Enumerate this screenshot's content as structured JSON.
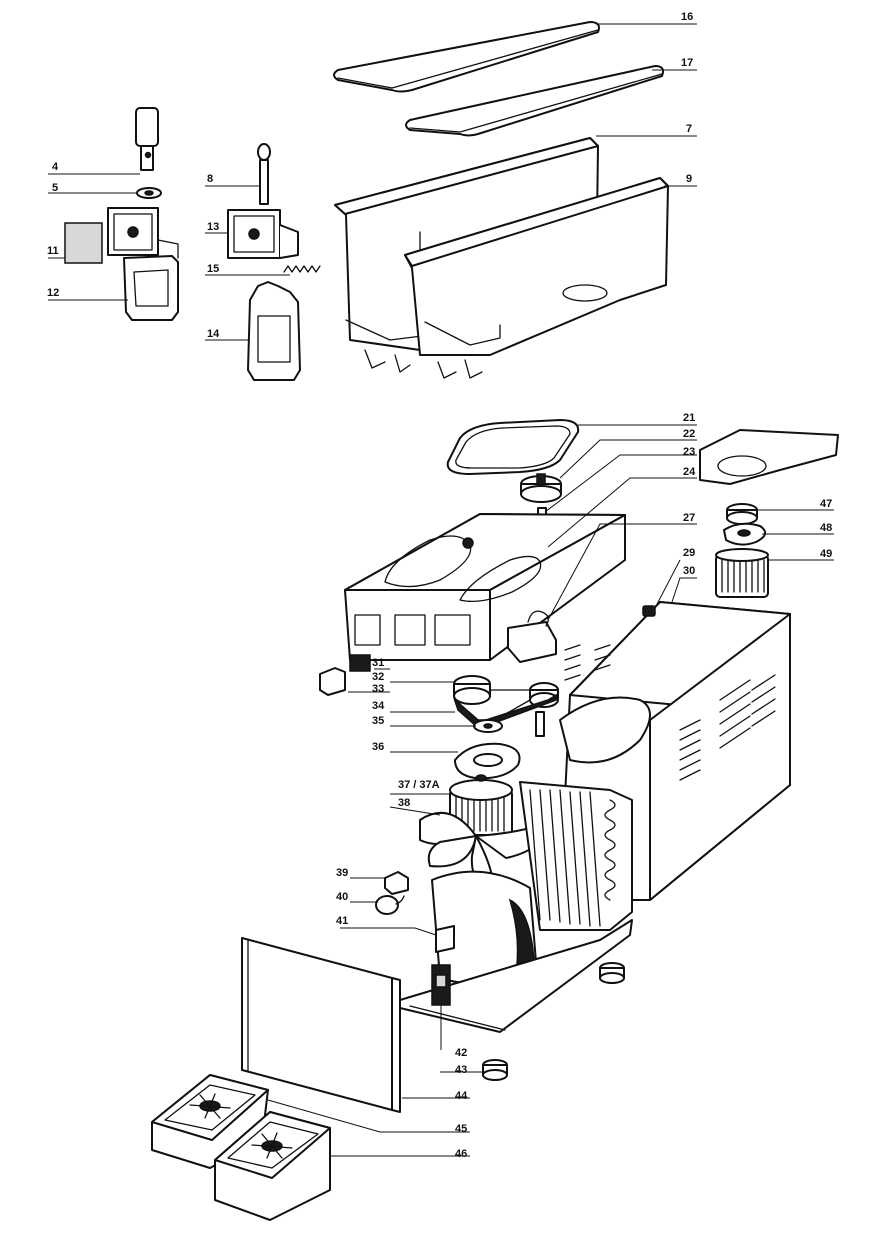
{
  "labels": {
    "l16": "16",
    "l17": "17",
    "l7": "7",
    "l9": "9",
    "l4": "4",
    "l5": "5",
    "l8": "8",
    "l11": "11",
    "l13": "13",
    "l15": "15",
    "l12": "12",
    "l14": "14",
    "l21": "21",
    "l22": "22",
    "l23": "23",
    "l24": "24",
    "l27": "27",
    "l47": "47",
    "l48": "48",
    "l29": "29",
    "l49": "49",
    "l30": "30",
    "l31": "31",
    "l32": "32",
    "l33": "33",
    "l34": "34",
    "l35": "35",
    "l36": "36",
    "l37": "37 / 37A",
    "l38": "38",
    "l39": "39",
    "l40": "40",
    "l41": "41",
    "l42": "42",
    "l43": "43",
    "l44": "44",
    "l45": "45",
    "l46": "46"
  }
}
